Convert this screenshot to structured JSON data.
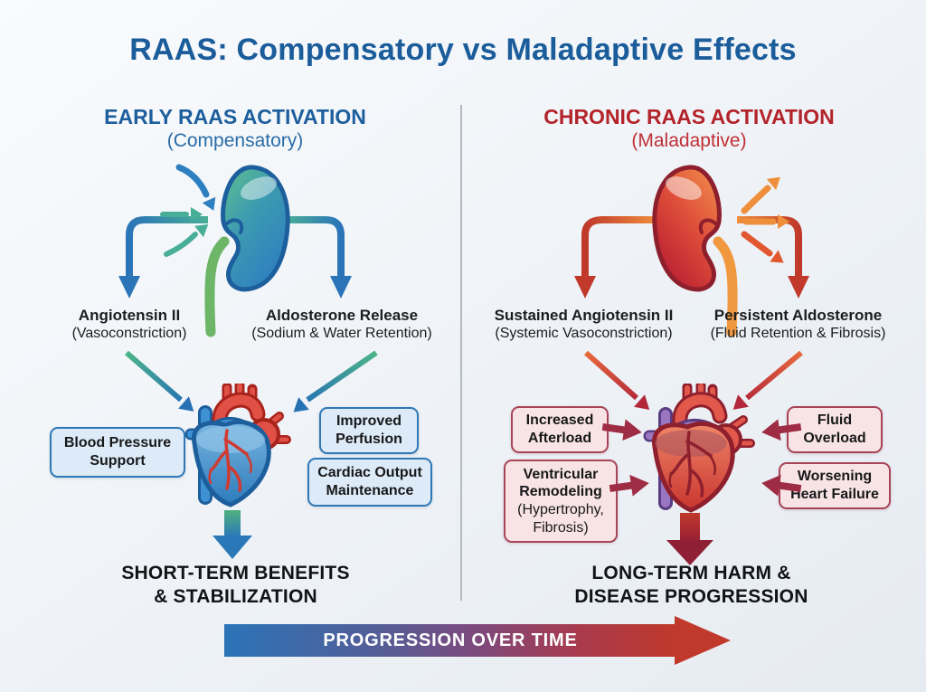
{
  "title": "RAAS: Compensatory vs Maladaptive Effects",
  "left_column": {
    "heading": "EARLY RAAS ACTIVATION",
    "subheading": "(Compensatory)",
    "mediators": [
      {
        "name": "Angiotensin II",
        "effect": "(Vasoconstriction)"
      },
      {
        "name": "Aldosterone Release",
        "effect": "(Sodium & Water Retention)"
      }
    ],
    "benefit_boxes": [
      "Blood Pressure Support",
      "Improved Perfusion",
      "Cardiac Output Maintenance"
    ],
    "outcome_lines": [
      "SHORT-TERM BENEFITS",
      "& STABILIZATION"
    ]
  },
  "right_column": {
    "heading": "CHRONIC RAAS ACTIVATION",
    "subheading": "(Maladaptive)",
    "mediators": [
      {
        "name": "Sustained Angiotensin II",
        "effect": "(Systemic Vasoconstriction)"
      },
      {
        "name": "Persistent Aldosterone",
        "effect": "(Fluid Retention & Fibrosis)"
      }
    ],
    "harm_boxes": [
      {
        "bold": "Increased Afterload",
        "normal": ""
      },
      {
        "bold": "Fluid Overload",
        "normal": ""
      },
      {
        "bold": "Ventricular Remodeling",
        "normal": "(Hypertrophy, Fibrosis)"
      },
      {
        "bold": "Worsening Heart Failure",
        "normal": ""
      }
    ],
    "outcome_lines": [
      "LONG-TERM HARM &",
      "DISEASE PROGRESSION"
    ]
  },
  "timeline": {
    "label": "PROGRESSION OVER TIME"
  },
  "figures": {
    "left_kidney": "healthy kidney (blue-teal) with stimulating input arrows",
    "right_kidney": "stressed kidney (red-orange) with output arrows",
    "left_heart": "healthy heart (blue) with red coronary vessels",
    "right_heart": "failing heart (red) with purple vessels"
  },
  "colors": {
    "title_blue": "#1b5c9b",
    "early_blue": "#1d5e9d",
    "chronic_red": "#b3232a",
    "benefit_bg": "#ddeaf7",
    "benefit_border": "#2f78b5",
    "harm_bg": "#f9e4e5",
    "harm_border": "#a84458",
    "teal_arrow": "#49ae97",
    "blue_arrow": "#2b74b8",
    "orange_arrow": "#ef8f3c",
    "red_arrow": "#c0392b",
    "timeline_from": "#2b74b8",
    "timeline_to": "#c0392b"
  }
}
